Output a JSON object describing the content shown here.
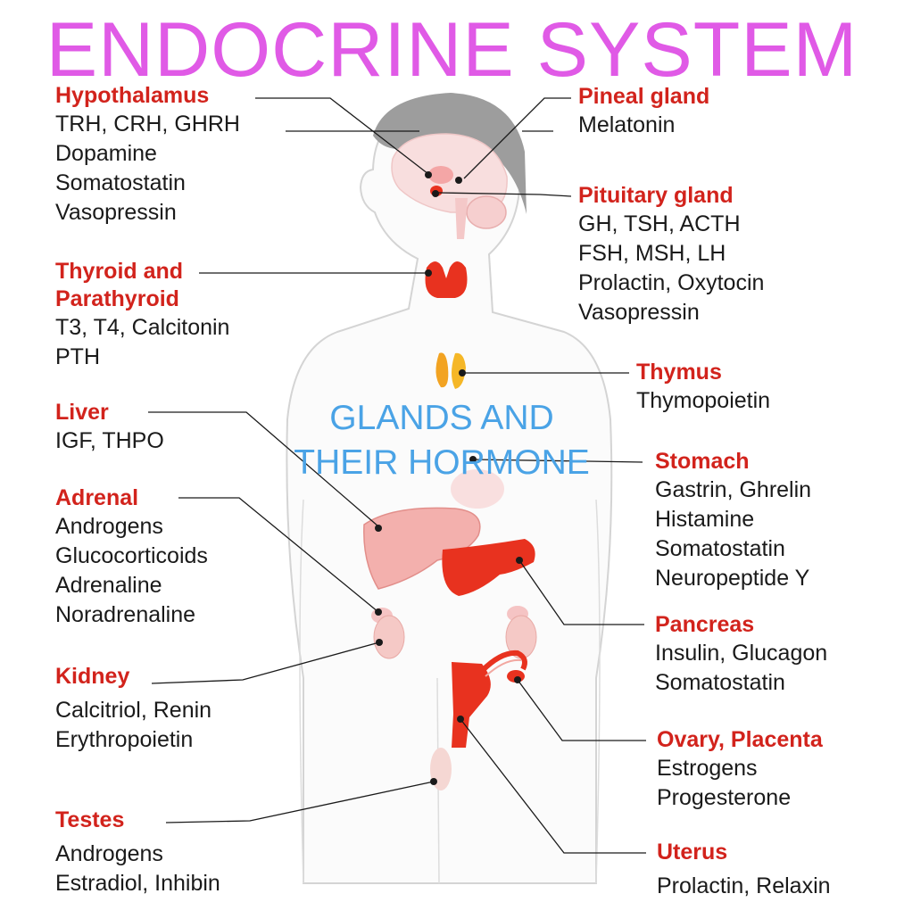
{
  "title": "ENDOCRINE SYSTEM",
  "subtitle_line1": "GLANDS AND",
  "subtitle_line2": "THEIR HORMONE",
  "colors": {
    "title": "#e05ae6",
    "gland_name": "#d2231c",
    "hormone_text": "#1a1a1a",
    "subtitle": "#4aa3e6",
    "organ": "#e8321f",
    "body_outline": "#d4d4d4"
  },
  "glands": {
    "hypothalamus": {
      "name": "Hypothalamus",
      "hormones": [
        "TRH, CRH, GHRH",
        "Dopamine",
        "Somatostatin",
        "Vasopressin"
      ]
    },
    "thyroid": {
      "name_lines": [
        "Thyroid and",
        "Parathyroid"
      ],
      "hormones": [
        "T3, T4, Calcitonin",
        "PTH"
      ]
    },
    "liver": {
      "name": "Liver",
      "hormones": [
        "IGF, THPO"
      ]
    },
    "adrenal": {
      "name": "Adrenal",
      "hormones": [
        "Androgens",
        "Glucocorticoids",
        "Adrenaline",
        "Noradrenaline"
      ]
    },
    "kidney": {
      "name": "Kidney",
      "hormones": [
        "Calcitriol, Renin",
        "Erythropoietin"
      ]
    },
    "testes": {
      "name": "Testes",
      "hormones": [
        "Androgens",
        "Estradiol, Inhibin"
      ]
    },
    "pineal": {
      "name": "Pineal gland",
      "hormones": [
        "Melatonin"
      ]
    },
    "pituitary": {
      "name": "Pituitary gland",
      "hormones": [
        "GH, TSH, ACTH",
        "FSH, MSH, LH",
        "Prolactin, Oxytocin",
        "Vasopressin"
      ]
    },
    "thymus": {
      "name": "Thymus",
      "hormones": [
        "Thymopoietin"
      ]
    },
    "stomach": {
      "name": "Stomach",
      "hormones": [
        "Gastrin, Ghrelin",
        "Histamine",
        "Somatostatin",
        "Neuropeptide Y"
      ]
    },
    "pancreas": {
      "name": "Pancreas",
      "hormones": [
        "Insulin, Glucagon",
        "Somatostatin"
      ]
    },
    "ovary": {
      "name": "Ovary, Placenta",
      "hormones": [
        "Estrogens",
        "Progesterone"
      ]
    },
    "uterus": {
      "name": "Uterus",
      "hormones": [
        "Prolactin, Relaxin"
      ]
    }
  }
}
